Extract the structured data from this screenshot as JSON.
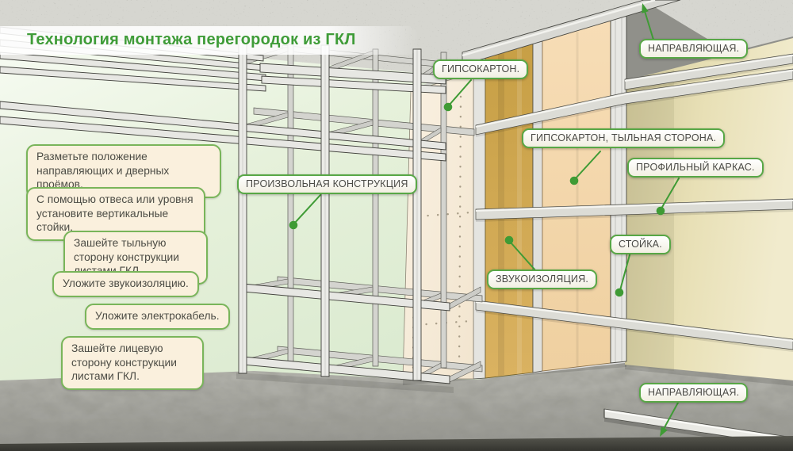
{
  "title": "Технология монтажа перегородок из ГКЛ",
  "instructions": [
    "Разметьте положение направляющих и дверных проёмов.",
    "С помощью отвеса или уровня установите вертикальные стойки.",
    "Зашейте тыльную сторону конструкции листами ГКЛ.",
    "Уложите звукоизоляцию.",
    "Уложите электрокабель.",
    "Зашейте лицевую сторону конструкции листами ГКЛ."
  ],
  "callouts": {
    "gypsum": "ГИПСОКАРТОН.",
    "rail_top": "НАПРАВЛЯЮЩАЯ.",
    "gypsum_back": "ГИПСОКАРТОН, ТЫЛЬНАЯ СТОРОНА.",
    "profile_frame": "ПРОФИЛЬНЫЙ КАРКАС.",
    "custom_construction": "ПРОИЗВОЛЬНАЯ КОНСТРУКЦИЯ",
    "stud": "СТОЙКА.",
    "sound_insulation": "ЗВУКОИЗОЛЯЦИЯ.",
    "rail_bottom": "НАПРАВЛЯЮЩАЯ."
  },
  "colors": {
    "title_green": "#3f9c38",
    "accent_green": "#3f9b35",
    "callout_border": "#58a746",
    "instruction_bg": "#faf0dd",
    "instruction_border": "#79b55a",
    "ceiling_concrete": "#d6d6d0",
    "left_wall": "#e3efd8",
    "right_wall": "#e7dfb4",
    "floor_concrete": "#a8a8a1",
    "drywall_front": "#f8eddb",
    "insulation_ocher": "#cda449",
    "drywall_back": "#f5d8ac",
    "metal_profile": "#e7e7e3"
  }
}
